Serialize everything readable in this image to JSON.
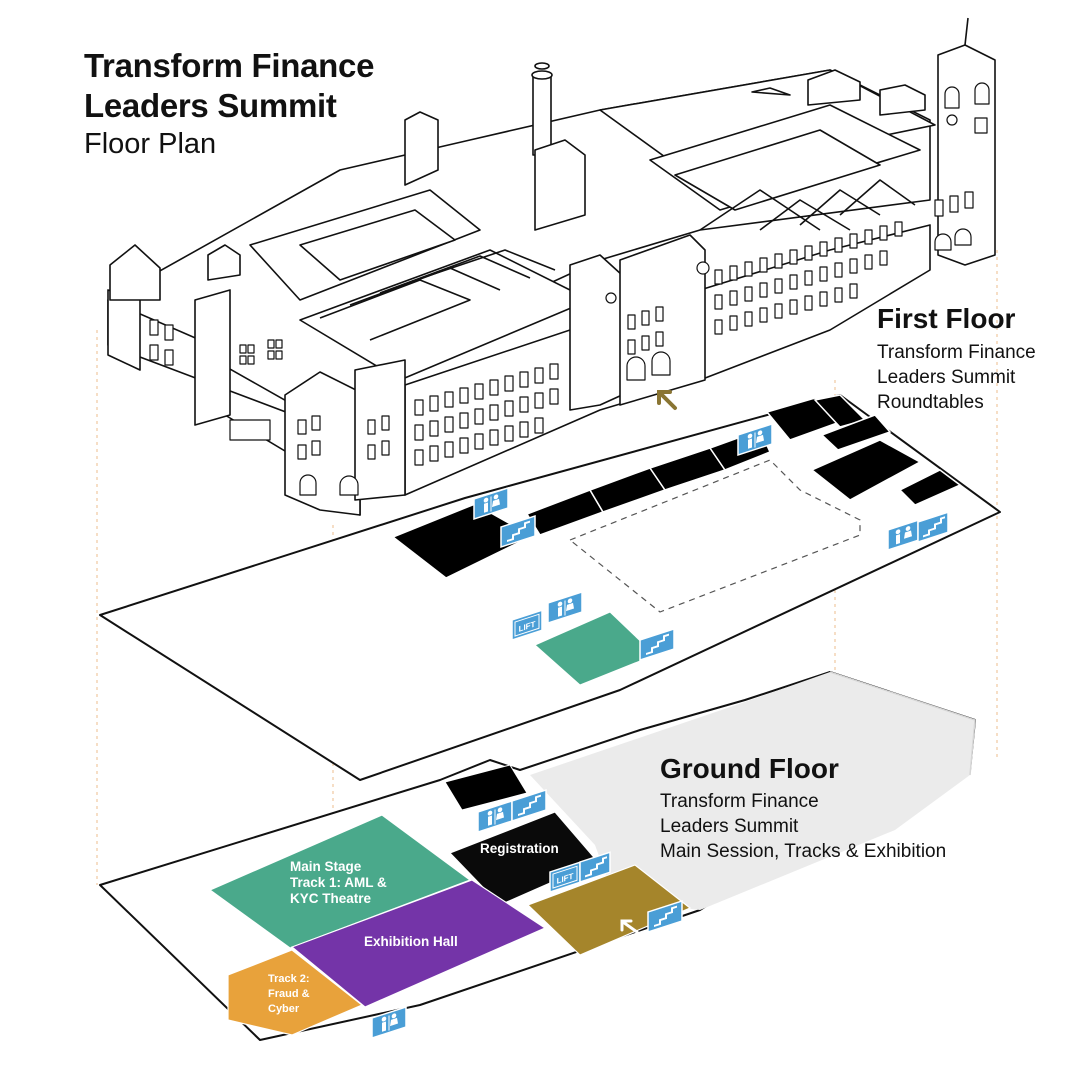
{
  "header": {
    "title_line1": "Transform Finance",
    "title_line2": "Leaders Summit",
    "subtitle": "Floor Plan"
  },
  "first_floor": {
    "heading": "First Floor",
    "desc_line1": "Transform Finance",
    "desc_line2": "Leaders Summit",
    "desc_line3": "Roundtables"
  },
  "ground_floor": {
    "heading": "Ground Floor",
    "desc_line1": "Transform Finance",
    "desc_line2": "Leaders Summit",
    "desc_line3": "Main Session, Tracks & Exhibition"
  },
  "rooms": {
    "main_stage": [
      "Main Stage",
      "Track 1: AML &",
      "KYC Theatre"
    ],
    "exhibition_hall": "Exhibition Hall",
    "registration": "Registration",
    "track2": [
      "Track 2:",
      "Fraud &",
      "Cyber"
    ]
  },
  "icons": {
    "lift_label": "LIFT"
  },
  "colors": {
    "main_stage": "#4aa98b",
    "exhibition_hall": "#7434a8",
    "registration": "#0a0a0a",
    "entrance": "#a5852b",
    "track2": "#e8a23b",
    "facility_icon": "#4a9ed6",
    "entrance_arrow": "#8a7533",
    "building_shade": "#ebebeb"
  }
}
